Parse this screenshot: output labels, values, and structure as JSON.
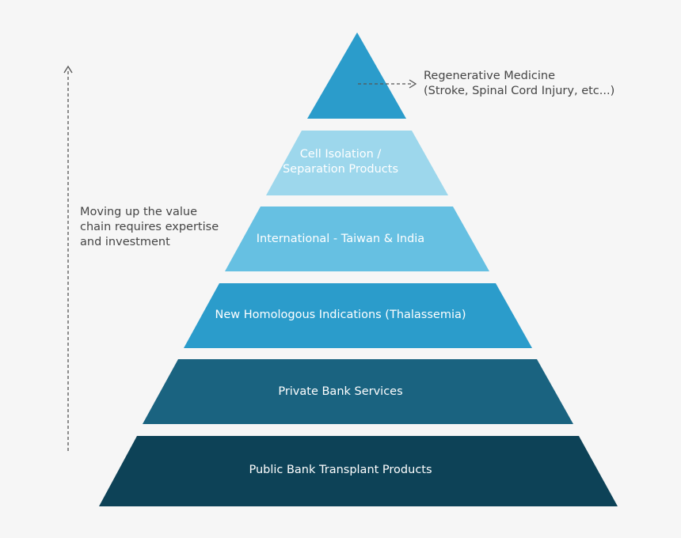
{
  "side_note": {
    "lines": [
      "Moving up the value",
      "chain requires expertise",
      "and investment"
    ]
  },
  "top_note": {
    "lines": [
      "Regenerative Medicine",
      "(Stroke, Spinal Cord Injury, etc...)"
    ]
  },
  "tiers": [
    {
      "lines": [
        "Cell Isolation /",
        "Separation Products"
      ],
      "color": "#9dd7ec",
      "text_color": "#ffffff"
    },
    {
      "lines": [
        "International - Taiwan & India"
      ],
      "color": "#66c0e2",
      "text_color": "#ffffff"
    },
    {
      "lines": [
        "New Homologous Indications (Thalassemia)"
      ],
      "color": "#2b9ccb",
      "text_color": "#ffffff"
    },
    {
      "lines": [
        "Private Bank Services"
      ],
      "color": "#1a6380",
      "text_color": "#ffffff"
    },
    {
      "lines": [
        "Public Bank Transplant Products"
      ],
      "color": "#0d4257",
      "text_color": "#ffffff"
    }
  ],
  "apex_color": "#2b9ccb",
  "arrow_color": "#555555"
}
